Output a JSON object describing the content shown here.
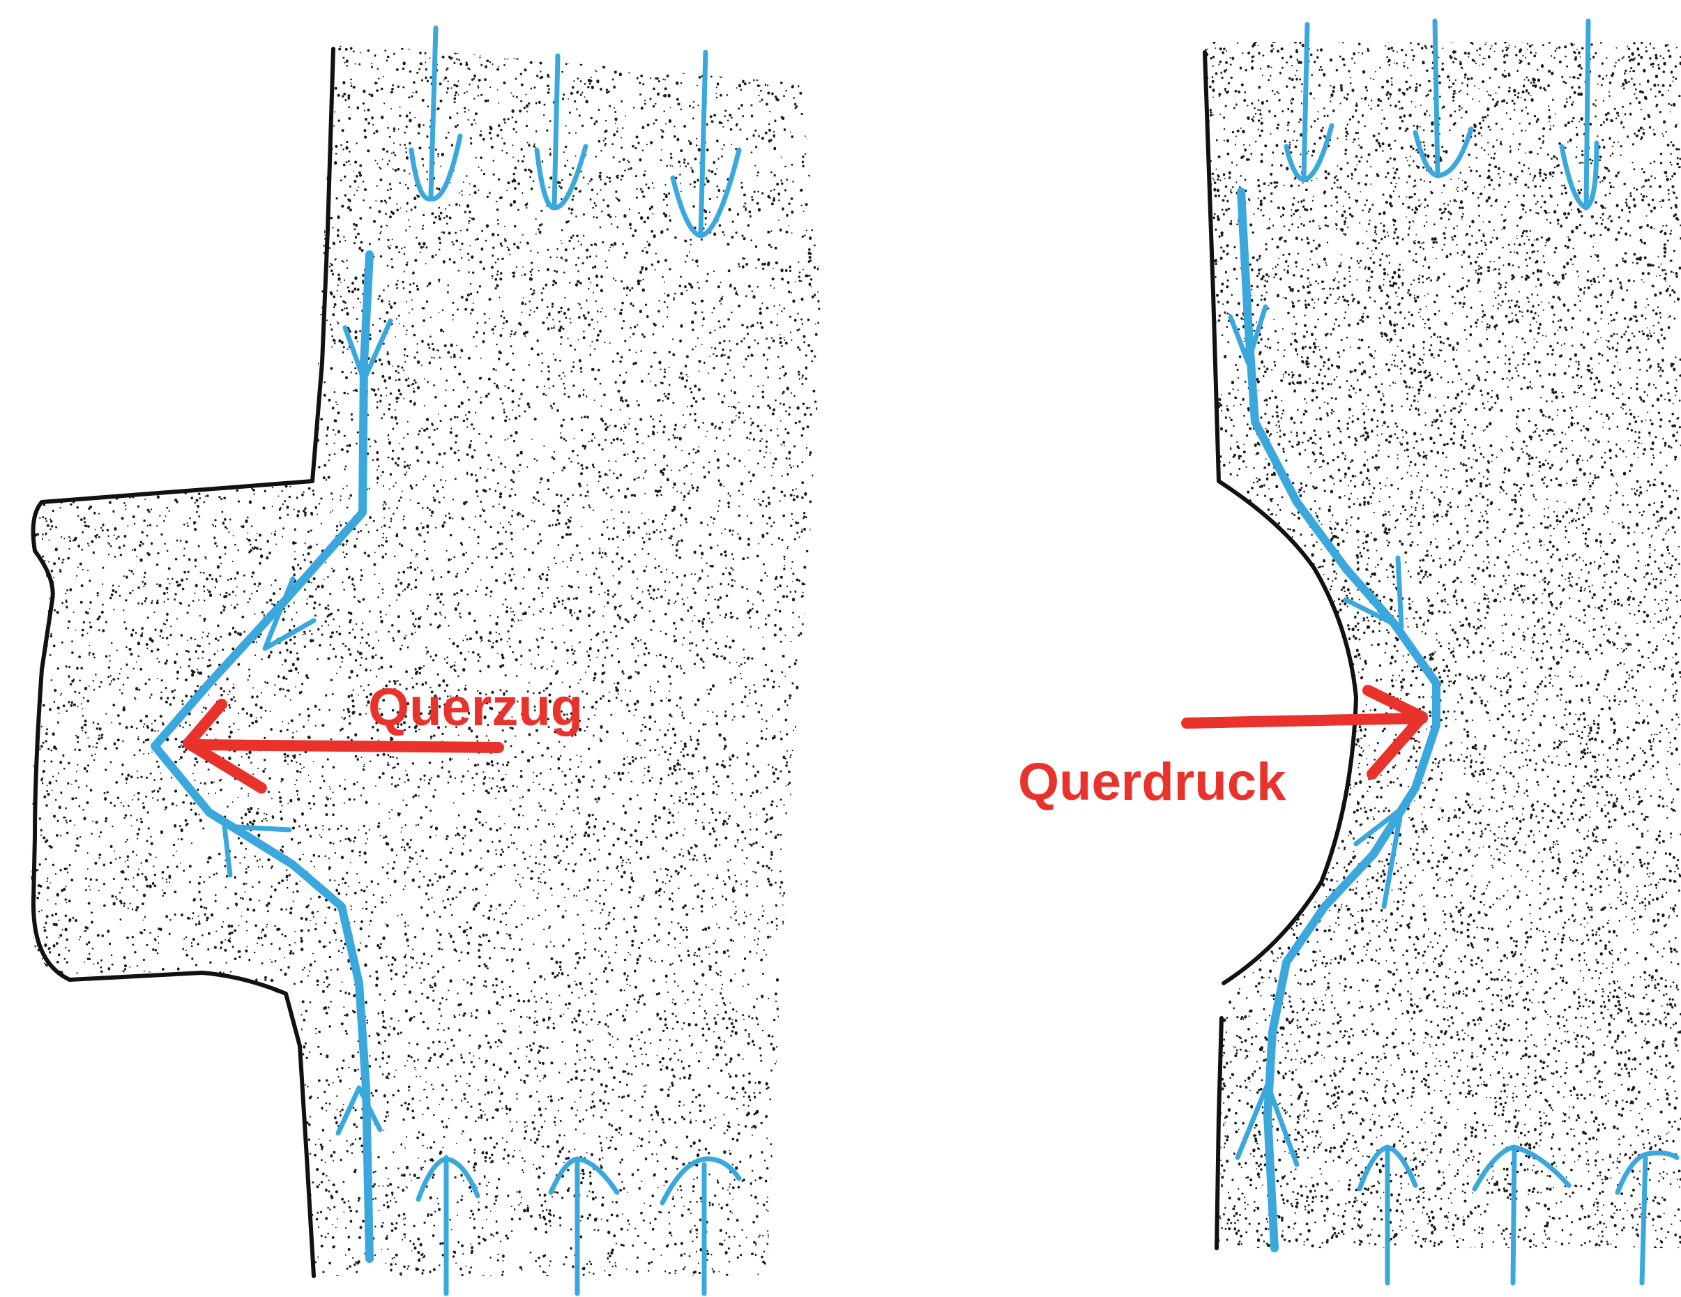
{
  "panels": [
    {
      "id": "left",
      "label": "Querzug"
    },
    {
      "id": "right",
      "label": "Querdruck"
    }
  ],
  "colors": {
    "outline": "#111111",
    "flow_lines": "#3aa8dc",
    "force_arrow": "#e8322b",
    "stipple": "#1a1a1a"
  },
  "icons": {
    "flow": "blue-flow-arrow",
    "force": "red-force-arrow"
  }
}
